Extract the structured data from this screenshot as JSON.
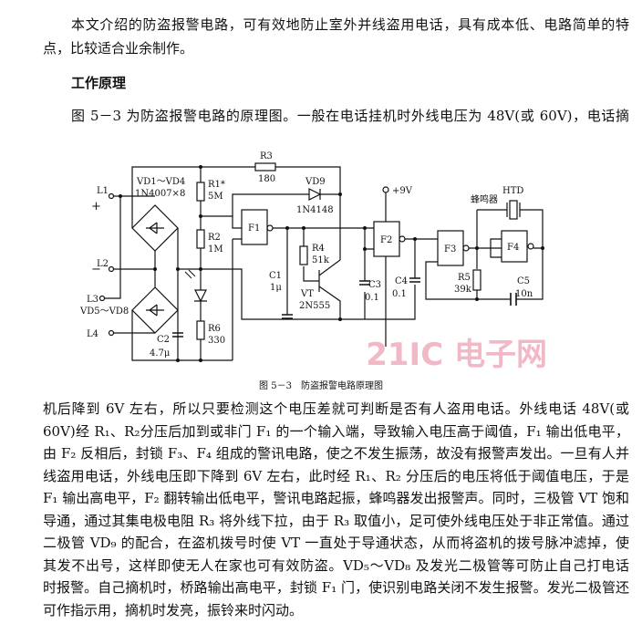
{
  "intro": [
    "本文介绍的防盗报警电路，可有效地防止室外并线盗用电话，具有成本低、电路简单的特",
    "点，比较适合业余制作。"
  ],
  "heading": "工作原理",
  "para2_first": "图 5－3 为防盗报警电路的原理图。一般在电话挂机时外线电压为 48V(或 60V)，电话摘",
  "figure": {
    "caption": "图 5－3　防盗报警电路原理图",
    "labels": {
      "L1": "L1",
      "L2": "L2",
      "L3": "L3",
      "L4": "L4",
      "plus": "+",
      "minus": "−",
      "vd14": "VD1～VD4",
      "vd_part": "1N4007×8",
      "vd58": "VD5～VD8",
      "r1": "R1*",
      "r1v": "5M",
      "r2": "R2",
      "r2v": "1M",
      "r6": "R6",
      "r6v": "330",
      "r3": "R3",
      "r3v": "180",
      "vd9": "VD9",
      "vd9v": "1N4148",
      "c2": "C2",
      "c2v": "4.7μ",
      "c1": "C1",
      "c1v": "1μ",
      "r4": "R4",
      "r4v": "51k",
      "vt": "VT",
      "vtv": "2N555",
      "c3": "C3",
      "c3v": "0.1",
      "c4": "C4",
      "c4v": "0.1",
      "f1": "F1",
      "f2": "F2",
      "f3": "F3",
      "f4": "F4",
      "vcc": "+9V",
      "buzzer": "蜂鸣器",
      "htd": "HTD",
      "r5": "R5",
      "r5v": "39k",
      "c5": "C5",
      "c5v": "10n"
    },
    "watermark": "21IC 电子网"
  },
  "body": [
    "机后降到 6V 左右，所以只要检测这个电压差就可判断是否有人盗用电话。外线电话 48V(或",
    "60V)经 R₁、R₂分压后加到或非门 F₁ 的一个输入端，导致输入电压高于阈值，F₁ 输出低电平，",
    "由 F₂ 反相后，封锁 F₃、F₄ 组成的警讯电路，使之不发生振荡，故没有报警声发出。一旦有人并",
    "线盗用电话，外线电压即下降到 6V 左右，此时经 R₁、R₂ 分压后的电压将低于阈值电压，于是",
    "F₁ 输出高电平，F₂ 翻转输出低电平，警讯电路起振，蜂鸣器发出报警声。同时，三极管 VT 饱和",
    "导通，通过其集电极电阻 R₃ 将外线下拉，由于 R₃ 取值小，足可使外线电压处于非正常值。通过",
    "二极管 VD₉ 的配合，在盗机拨号时使 VT 一直处于导通状态，从而将盗机的拨号脉冲滤掉，使",
    "其发不出号，这样即使无人在家也可有效防盗。VD₅～VD₈ 及发光二极管等可防止自己打电话",
    "时报警。自己摘机时，桥路输出高电平，封锁 F₁ 门，使识别电路关闭不发生报警。发光二极管还",
    "可作指示用，摘机时发亮，振铃来时闪动。"
  ]
}
